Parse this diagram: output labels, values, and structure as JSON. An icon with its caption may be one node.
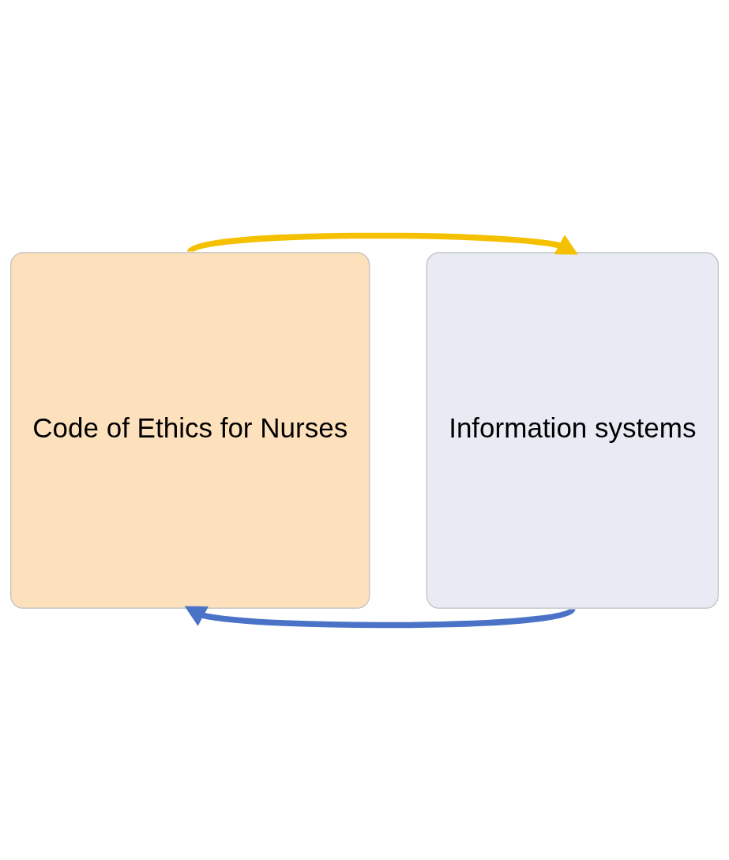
{
  "diagram": {
    "nodes": [
      {
        "text": [
          "Code of Ethics for Nurses"
        ]
      },
      {
        "text": [
          "Information systems"
        ]
      }
    ],
    "edges": [
      {
        "from": 0,
        "to": 1,
        "arrow": "to",
        "color": "#f5c000"
      },
      {
        "from": 1,
        "to": 0,
        "arrow": "to",
        "color": "#4a73c8"
      }
    ]
  }
}
